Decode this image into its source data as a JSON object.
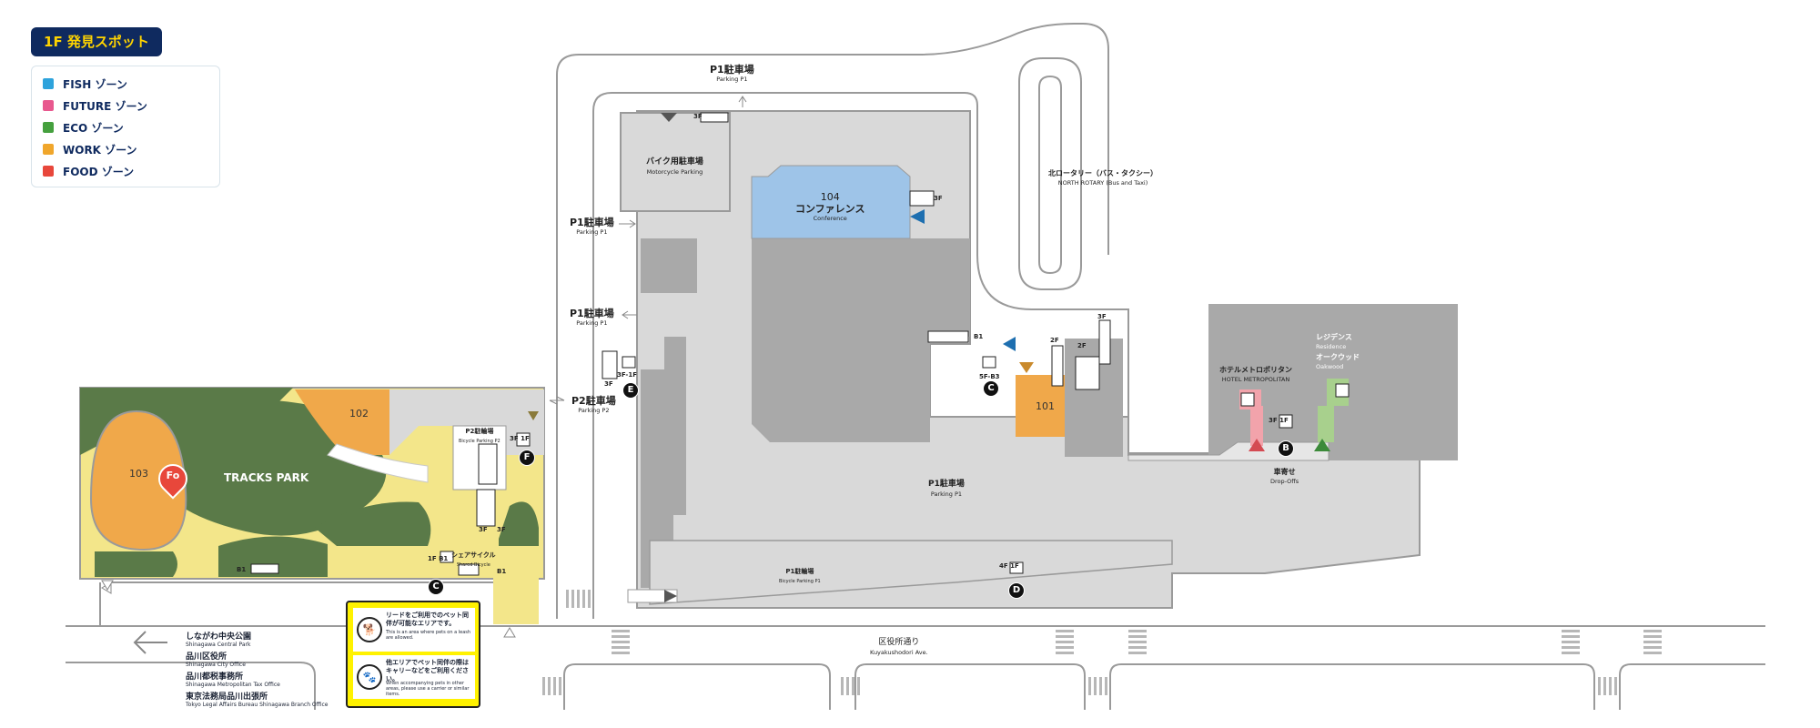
{
  "header": {
    "floor_label": "1F 発見スポット"
  },
  "legend": {
    "items": [
      {
        "label": "FISH ゾーン",
        "color": "#2ea3dc"
      },
      {
        "label": "FUTURE ゾーン",
        "color": "#e8588e"
      },
      {
        "label": "ECO ゾーン",
        "color": "#45a03e"
      },
      {
        "label": "WORK ゾーン",
        "color": "#f0a62b"
      },
      {
        "label": "FOOD ゾーン",
        "color": "#e8473b"
      }
    ]
  },
  "areas": {
    "p1_top": {
      "jp": "P1駐車場",
      "en": "Parking P1"
    },
    "bike": {
      "jp": "バイク用駐車場",
      "en": "Motorcycle Parking"
    },
    "conference": {
      "no": "104",
      "jp": "コンファレンス",
      "en": "Conference"
    },
    "north_rotary": {
      "jp": "北ロータリー（バス・タクシー）",
      "en": "NORTH ROTARY (Bus and Taxi)"
    },
    "p1_left_a": {
      "jp": "P1駐車場",
      "en": "Parking P1"
    },
    "p1_left_b": {
      "jp": "P1駐車場",
      "en": "Parking P1"
    },
    "p2": {
      "jp": "P2駐車場",
      "en": "Parking P2"
    },
    "p1_center": {
      "jp": "P1駐車場",
      "en": "Parking P1"
    },
    "p1_bicycle": {
      "jp": "P1駐輪場",
      "en": "Bicycle Parking P1"
    },
    "p2_bicycle": {
      "jp": "P2駐輪場",
      "en": "Bicycle Parking P2"
    },
    "share_cycle": {
      "jp": "シェアサイクル",
      "en": "Shared Bicycle"
    },
    "hotel": {
      "jp": "ホテルメトロポリタン",
      "en": "HOTEL METROPOLITAN"
    },
    "residence": {
      "jp": "レジデンス",
      "jp2": "オークウッド",
      "en1": "Residence",
      "en2": "Oakwood"
    },
    "dropoff": {
      "jp": "車寄せ",
      "en": "Drop-Offs"
    },
    "road": {
      "jp": "区役所通り",
      "en": "Kuyakushodori Ave."
    },
    "tracks_park": "TRACKS PARK",
    "room_101": "101",
    "room_102": "102",
    "room_103": "103",
    "food_pin": "Fo"
  },
  "markers": {
    "b": "B",
    "c1": "C",
    "c2": "C",
    "d": "D",
    "e": "E",
    "f": "F"
  },
  "floor_tags": {
    "t_3f_top": "3F",
    "t_3f_conf": "3F",
    "t_b1_mid": "B1",
    "t_5f_b3": "5F-B3",
    "t_2f_a": "2F",
    "t_2f_b": "2F",
    "t_3f_c": "3F",
    "t_3f_1f_e": "3F-1F",
    "t_3f_e": "3F",
    "t_3f_1f_f": "3F 1F",
    "t_3f_1f_b": "3F 1F",
    "t_3f_x": "3F",
    "t_3f_y": "3F",
    "t_1f_b1": "1F B1",
    "t_b1_g": "B1",
    "t_b1_park": "B1",
    "t_4f_1f": "4F 1F"
  },
  "notice": {
    "line1_title": "リードをご利用でのペット同伴が可能なエリアです。",
    "line1_en": "This is an area where pets on a leash are allowed.",
    "line2_title": "他エリアでペット同伴の際はキャリーなどをご利用ください。",
    "line2_en": "When accompanying pets in other areas, please use a carrier or similar items."
  },
  "destinations": [
    {
      "jp": "しながわ中央公園",
      "en": "Shinagawa Central Park"
    },
    {
      "jp": "品川区役所",
      "en": "Shinagawa City Office"
    },
    {
      "jp": "品川都税事務所",
      "en": "Shinagawa Metropolitan Tax Office"
    },
    {
      "jp": "東京法務局品川出張所",
      "en": "Tokyo Legal Affairs Bureau Shinagawa Branch Office"
    }
  ],
  "colors": {
    "navy": "#0f2a5f",
    "park_green": "#5a7a48",
    "park_yellow": "#f3e68a",
    "work_orange": "#f0a84a",
    "conference_blue": "#9ec4e8",
    "building_gray": "#a9a9a9",
    "floor_gray": "#d9d9d9",
    "hotel_pink": "#f2a3ab",
    "eco_green": "#a8d08d"
  }
}
